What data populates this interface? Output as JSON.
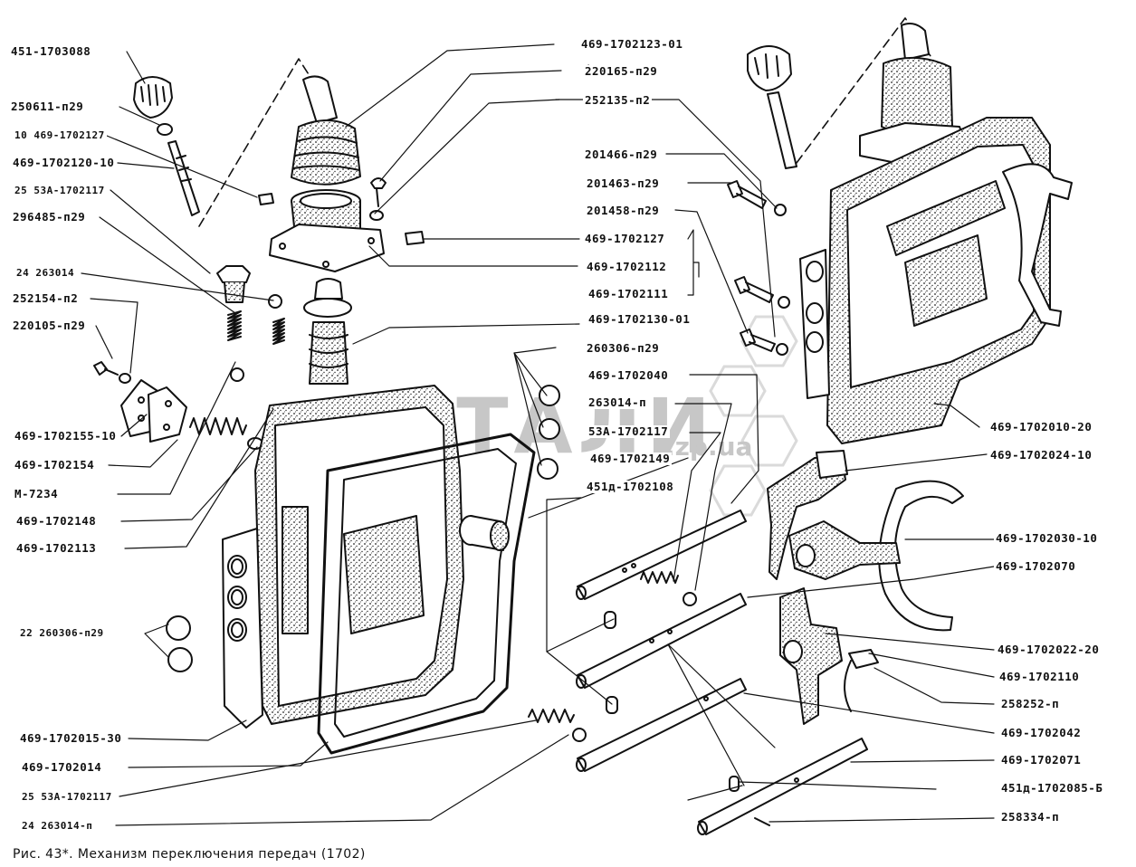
{
  "caption": "Рис. 43*. Механизм переключения передач (1702)",
  "watermark": {
    "brand": "ДЕТАЛИ",
    "suffix": ".zp.ua"
  },
  "colors": {
    "ink": "#111111",
    "watermark": "#c8c8c8",
    "background": "#ffffff"
  },
  "labels_left": [
    "451-1703088",
    "250611-п29",
    "10  469-1702127",
    "469-1702120-10",
    "25  53А-1702117",
    "296485-п29",
    "24  263014",
    "252154-п2",
    "220105-п29",
    "469-1702155-10",
    "469-1702154",
    "М-7234",
    "469-1702148",
    "469-1702113",
    "22  260306-п29",
    "469-1702015-30",
    "469-1702014",
    "25  53А-1702117",
    "24  263014-п"
  ],
  "labels_center": [
    "469-1702123-01",
    "220165-п29",
    "252135-п2",
    "201466-п29",
    "201463-п29",
    "201458-п29",
    "469-1702127",
    "469-1702112",
    "469-1702111",
    "469-1702130-01",
    "260306-п29",
    "469-1702040",
    "263014-п",
    "53А-1702117",
    "469-1702149",
    "451д-1702108"
  ],
  "labels_right": [
    "469-1702010-20",
    "469-1702024-10",
    "469-1702030-10",
    "469-1702070",
    "469-1702022-20",
    "469-1702110",
    "258252-п",
    "469-1702042",
    "469-1702071",
    "451д-1702085-Б",
    "258334-п"
  ]
}
